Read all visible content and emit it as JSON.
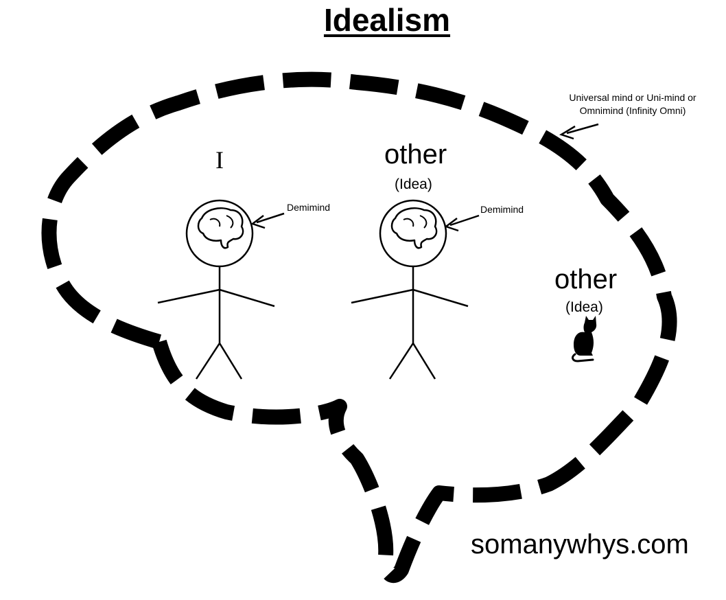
{
  "title": "Idealism",
  "universal_mind_label": "Universal mind or Uni-mind or Omnimind (Infinity Omni)",
  "self": {
    "label": "I",
    "mind_label": "Demimind"
  },
  "other_person": {
    "label": "other",
    "sublabel": "(Idea)",
    "mind_label": "Demimind"
  },
  "other_cat": {
    "label": "other",
    "sublabel": "(Idea)"
  },
  "website": "somanywhys.com",
  "colors": {
    "ink": "#000000",
    "background": "#ffffff"
  }
}
